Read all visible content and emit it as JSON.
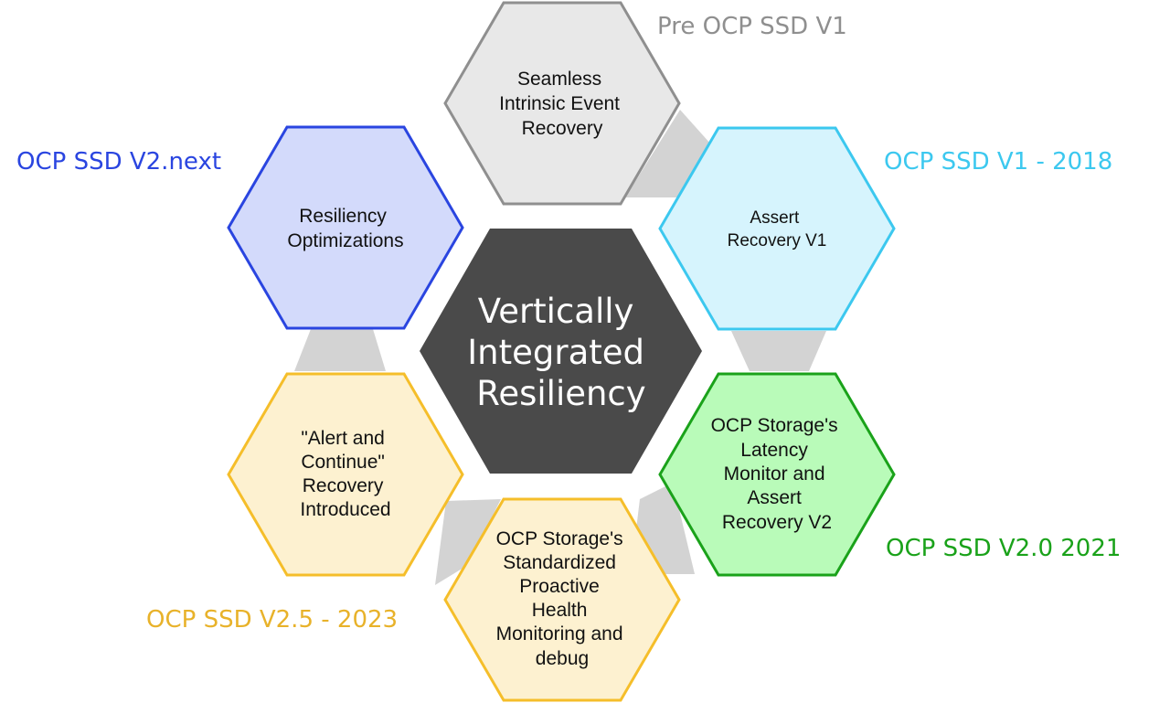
{
  "center": {
    "lines": [
      "Vertically",
      "Integrated",
      "Resiliency"
    ],
    "fill": "#4a4a4a"
  },
  "stages": [
    {
      "id": "pre-v1",
      "lines": [
        "Seamless",
        "Intrinsic Event",
        "Recovery"
      ],
      "version_label": "Pre OCP SSD V1",
      "stroke": "#8f8f8f",
      "fill": "#e8e8e8",
      "label_color": "#8f8f8f"
    },
    {
      "id": "v1",
      "lines": [
        "Assert",
        "Recovery V1"
      ],
      "version_label": "OCP SSD V1 - 2018",
      "stroke": "#3cc8ef",
      "fill": "#d6f4fd",
      "label_color": "#3cc8ef"
    },
    {
      "id": "v2-0",
      "lines": [
        "OCP Storage's",
        "Latency",
        "Monitor and",
        "Assert",
        "Recovery V2"
      ],
      "version_label": "OCP SSD V2.0 2021",
      "stroke": "#1aa21a",
      "fill": "#b9fbb9",
      "label_color": "#1aa21a"
    },
    {
      "id": "health",
      "lines": [
        "OCP Storage's",
        "Standardized",
        "Proactive",
        "Health",
        "Monitoring and",
        "debug"
      ],
      "version_label": "",
      "stroke": "#f5be2a",
      "fill": "#fdf1d0",
      "label_color": "#e8b22a"
    },
    {
      "id": "v2-5",
      "lines": [
        "\"Alert and",
        "Continue\"",
        "Recovery",
        "Introduced"
      ],
      "version_label": "OCP SSD V2.5 - 2023",
      "stroke": "#f5be2a",
      "fill": "#fdf1d0",
      "label_color": "#e8b22a"
    },
    {
      "id": "v2-next",
      "lines": [
        "Resiliency",
        "Optimizations"
      ],
      "version_label": "OCP SSD V2.next",
      "stroke": "#2a45e0",
      "fill": "#d3dafb",
      "label_color": "#2a45e0"
    }
  ],
  "connector_color": "#d3d3d3"
}
